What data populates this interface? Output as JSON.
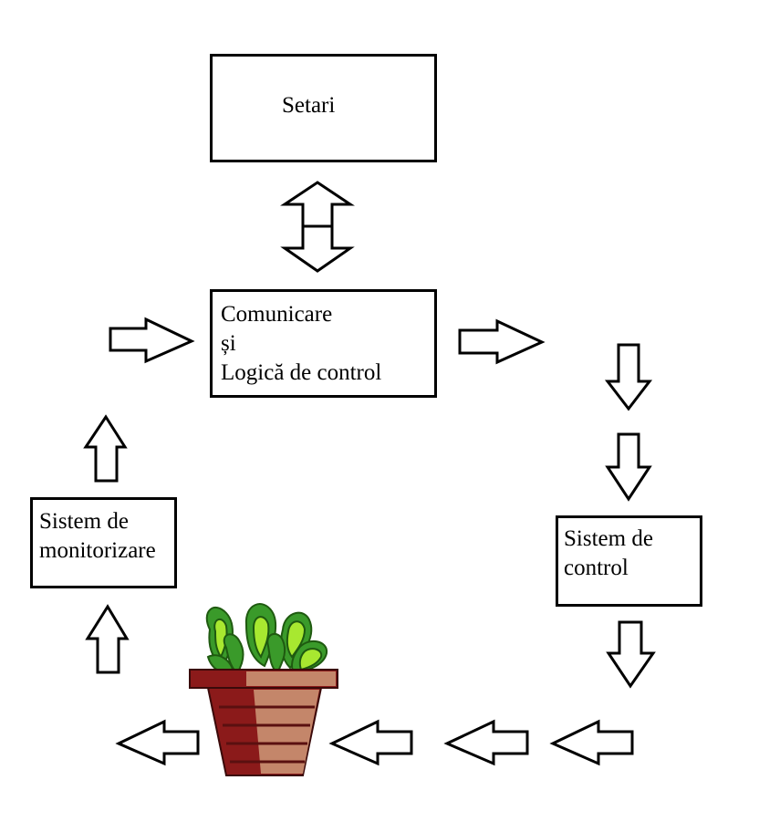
{
  "boxes": {
    "settings": {
      "label": "Setari"
    },
    "logic": {
      "lines": [
        "Comunicare",
        "și",
        "Logică de control"
      ]
    },
    "control": {
      "lines": [
        "Sistem de",
        "control"
      ]
    },
    "monitoring": {
      "lines": [
        "Sistem de",
        "monitorizare"
      ]
    }
  },
  "colors": {
    "stroke": "#000000",
    "leaf_dark": "#3a9a2a",
    "leaf_light": "#a8e830",
    "pot_dark": "#8b1a1a",
    "pot_light": "#c4866a"
  },
  "icons": [
    "hollow-arrow",
    "potted-plant"
  ]
}
